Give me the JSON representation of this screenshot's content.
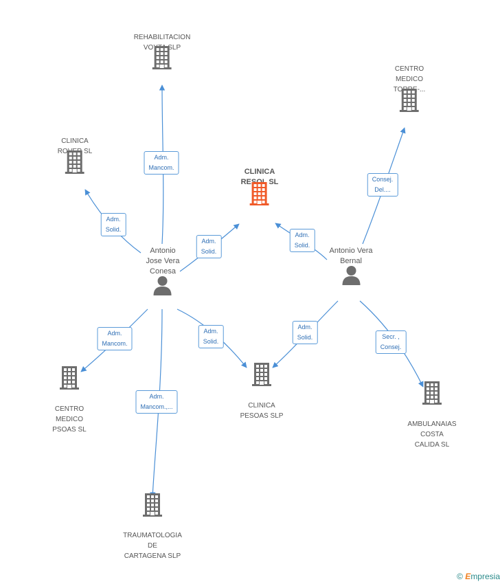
{
  "companies": [
    {
      "id": "clinica-resol",
      "lines": [
        "CLINICA",
        "RESOL SL"
      ],
      "main": true
    },
    {
      "id": "rehabilitacion-voyta",
      "lines": [
        "REHABILITACION",
        "VOYTA SLP"
      ]
    },
    {
      "id": "clinica-rover",
      "lines": [
        "CLINICA",
        "ROVER SL"
      ]
    },
    {
      "id": "centro-medico-torre",
      "lines": [
        "CENTRO",
        "MEDICO",
        "TORRE-..."
      ]
    },
    {
      "id": "centro-medico-psoas",
      "lines": [
        "CENTRO",
        "MEDICO",
        "PSOAS  SL"
      ]
    },
    {
      "id": "clinica-pesoas",
      "lines": [
        "CLINICA",
        "PESOAS SLP"
      ]
    },
    {
      "id": "ambulanaias-costa-calida",
      "lines": [
        "AMBULANAIAS",
        "COSTA",
        "CALIDA SL"
      ]
    },
    {
      "id": "traumatologia-cartagena",
      "lines": [
        "TRAUMATOLOGIA",
        "DE",
        "CARTAGENA SLP"
      ]
    }
  ],
  "people": [
    {
      "id": "antonio-jose",
      "lines": [
        "Antonio",
        "Jose Vera",
        "Conesa"
      ]
    },
    {
      "id": "antonio-vera",
      "lines": [
        "Antonio Vera",
        "Bernal"
      ]
    }
  ],
  "edges": [
    {
      "id": "aj-voyta",
      "lines": [
        "Adm.",
        "Mancom."
      ]
    },
    {
      "id": "aj-rover",
      "lines": [
        "Adm.",
        "Solid."
      ]
    },
    {
      "id": "aj-resol",
      "lines": [
        "Adm.",
        "Solid."
      ]
    },
    {
      "id": "av-resol",
      "lines": [
        "Adm.",
        "Solid."
      ]
    },
    {
      "id": "av-torre",
      "lines": [
        "Consej.",
        "Del...."
      ]
    },
    {
      "id": "aj-psoas",
      "lines": [
        "Adm.",
        "Mancom."
      ]
    },
    {
      "id": "aj-pesoas",
      "lines": [
        "Adm.",
        "Solid."
      ]
    },
    {
      "id": "av-pesoas",
      "lines": [
        "Adm.",
        "Solid."
      ]
    },
    {
      "id": "av-ambulanaias",
      "lines": [
        "Secr. ,",
        "Consej."
      ]
    },
    {
      "id": "aj-trauma",
      "lines": [
        "Adm.",
        "Mancom.,..."
      ]
    }
  ],
  "colors": {
    "edge": "#4a8fd6",
    "building": "#6d6d6d",
    "main_building": "#f05a28",
    "person": "#6d6d6d"
  },
  "icons": {
    "company": "building-icon",
    "person": "person-icon"
  },
  "brand": {
    "symbol": "©",
    "name_initial": "E",
    "name_rest": "mpresia"
  }
}
